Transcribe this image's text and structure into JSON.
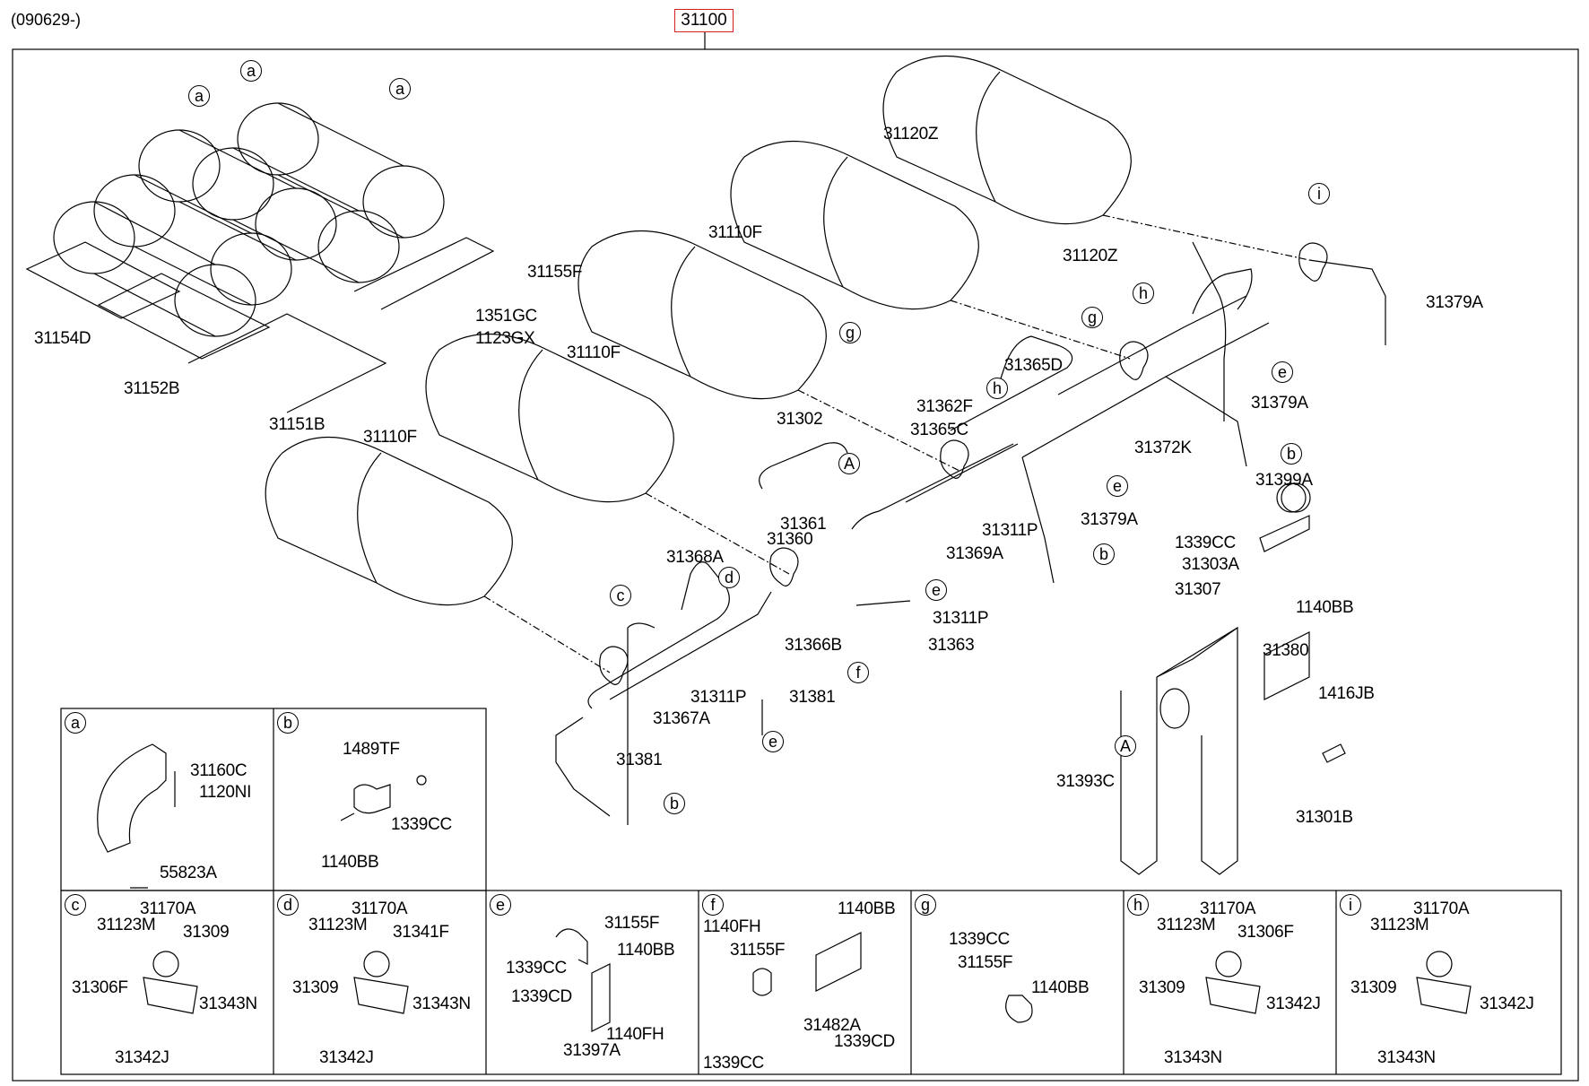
{
  "header": {
    "date_range": "(090629-)",
    "assembly_code": "31100",
    "assembly_code_color": "#d42020"
  },
  "main_callouts": [
    {
      "id": "c1",
      "text": "31155F"
    },
    {
      "id": "c2",
      "text": "1351GC"
    },
    {
      "id": "c3",
      "text": "1123GX"
    },
    {
      "id": "c4",
      "text": "31154D"
    },
    {
      "id": "c5",
      "text": "31152B"
    },
    {
      "id": "c6",
      "text": "31151B"
    },
    {
      "id": "c7",
      "text": "31110F"
    },
    {
      "id": "c8",
      "text": "31110F"
    },
    {
      "id": "c9",
      "text": "31110F"
    },
    {
      "id": "c10",
      "text": "31120Z"
    },
    {
      "id": "c11",
      "text": "31120Z"
    },
    {
      "id": "c12",
      "text": "31379A"
    },
    {
      "id": "c13",
      "text": "31365D"
    },
    {
      "id": "c14",
      "text": "31379A"
    },
    {
      "id": "c15",
      "text": "31362F"
    },
    {
      "id": "c16",
      "text": "31302"
    },
    {
      "id": "c17",
      "text": "31365C"
    },
    {
      "id": "c18",
      "text": "31372K"
    },
    {
      "id": "c19",
      "text": "31399A"
    },
    {
      "id": "c20",
      "text": "31361"
    },
    {
      "id": "c21",
      "text": "31360"
    },
    {
      "id": "c22",
      "text": "31311P"
    },
    {
      "id": "c23",
      "text": "31379A"
    },
    {
      "id": "c24",
      "text": "31369A"
    },
    {
      "id": "c25",
      "text": "1339CC"
    },
    {
      "id": "c26",
      "text": "31303A"
    },
    {
      "id": "c27",
      "text": "31307"
    },
    {
      "id": "c28",
      "text": "31368A"
    },
    {
      "id": "c29",
      "text": "31311P"
    },
    {
      "id": "c30",
      "text": "1140BB"
    },
    {
      "id": "c31",
      "text": "31366B"
    },
    {
      "id": "c32",
      "text": "31363"
    },
    {
      "id": "c33",
      "text": "31380"
    },
    {
      "id": "c34",
      "text": "1416JB"
    },
    {
      "id": "c35",
      "text": "31311P"
    },
    {
      "id": "c36",
      "text": "31381"
    },
    {
      "id": "c37",
      "text": "31367A"
    },
    {
      "id": "c38",
      "text": "31381"
    },
    {
      "id": "c39",
      "text": "31393C"
    },
    {
      "id": "c40",
      "text": "31301B"
    }
  ],
  "reference_markers": {
    "a": "a",
    "b": "b",
    "c": "c",
    "d": "d",
    "e": "e",
    "f": "f",
    "g": "g",
    "h": "h",
    "i": "i",
    "A": "A"
  },
  "detail_panels": [
    {
      "key": "a",
      "labels": [
        "31160C",
        "1120NI",
        "55823A"
      ]
    },
    {
      "key": "b",
      "labels": [
        "1489TF",
        "1339CC",
        "1140BB"
      ]
    },
    {
      "key": "c",
      "labels": [
        "31170A",
        "31123M",
        "31309",
        "31306F",
        "31343N",
        "31342J"
      ]
    },
    {
      "key": "d",
      "labels": [
        "31170A",
        "31123M",
        "31341F",
        "31309",
        "31343N",
        "31342J"
      ]
    },
    {
      "key": "e",
      "labels": [
        "31155F",
        "1140BB",
        "1339CC",
        "1339CD",
        "1140FH",
        "31397A"
      ]
    },
    {
      "key": "f",
      "labels": [
        "1140FH",
        "1140BB",
        "31155F",
        "31482A",
        "1339CD",
        "1339CC"
      ]
    },
    {
      "key": "g",
      "labels": [
        "1339CC",
        "31155F",
        "1140BB"
      ]
    },
    {
      "key": "h",
      "labels": [
        "31170A",
        "31123M",
        "31306F",
        "31309",
        "31342J",
        "31343N"
      ]
    },
    {
      "key": "i",
      "labels": [
        "31170A",
        "31123M",
        "31309",
        "31342J",
        "31343N"
      ]
    }
  ]
}
